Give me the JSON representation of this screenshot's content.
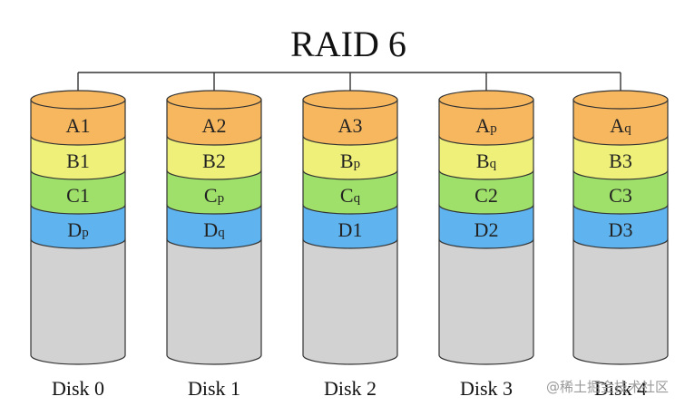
{
  "title": "RAID 6",
  "colors": {
    "A": "#f6b75f",
    "B": "#eef07a",
    "C": "#9fe06a",
    "D": "#5fb4ef",
    "empty": "#d2d2d2",
    "stroke": "#333333"
  },
  "disks": [
    {
      "label": "Disk 0",
      "blocks": [
        {
          "row": "A",
          "main": "A",
          "sub": "1"
        },
        {
          "row": "B",
          "main": "B",
          "sub": "1"
        },
        {
          "row": "C",
          "main": "C",
          "sub": "1"
        },
        {
          "row": "D",
          "main": "D",
          "sub": "p"
        }
      ]
    },
    {
      "label": "Disk 1",
      "blocks": [
        {
          "row": "A",
          "main": "A",
          "sub": "2"
        },
        {
          "row": "B",
          "main": "B",
          "sub": "2"
        },
        {
          "row": "C",
          "main": "C",
          "sub": "p"
        },
        {
          "row": "D",
          "main": "D",
          "sub": "q"
        }
      ]
    },
    {
      "label": "Disk 2",
      "blocks": [
        {
          "row": "A",
          "main": "A",
          "sub": "3"
        },
        {
          "row": "B",
          "main": "B",
          "sub": "p"
        },
        {
          "row": "C",
          "main": "C",
          "sub": "q"
        },
        {
          "row": "D",
          "main": "D",
          "sub": "1"
        }
      ]
    },
    {
      "label": "Disk 3",
      "blocks": [
        {
          "row": "A",
          "main": "A",
          "sub": "p"
        },
        {
          "row": "B",
          "main": "B",
          "sub": "q"
        },
        {
          "row": "C",
          "main": "C",
          "sub": "2"
        },
        {
          "row": "D",
          "main": "D",
          "sub": "2"
        }
      ]
    },
    {
      "label": "Disk 4",
      "blocks": [
        {
          "row": "A",
          "main": "A",
          "sub": "q"
        },
        {
          "row": "B",
          "main": "B",
          "sub": "3"
        },
        {
          "row": "C",
          "main": "C",
          "sub": "3"
        },
        {
          "row": "D",
          "main": "D",
          "sub": "3"
        }
      ]
    }
  ],
  "watermark": "@稀土掘金技术社区"
}
